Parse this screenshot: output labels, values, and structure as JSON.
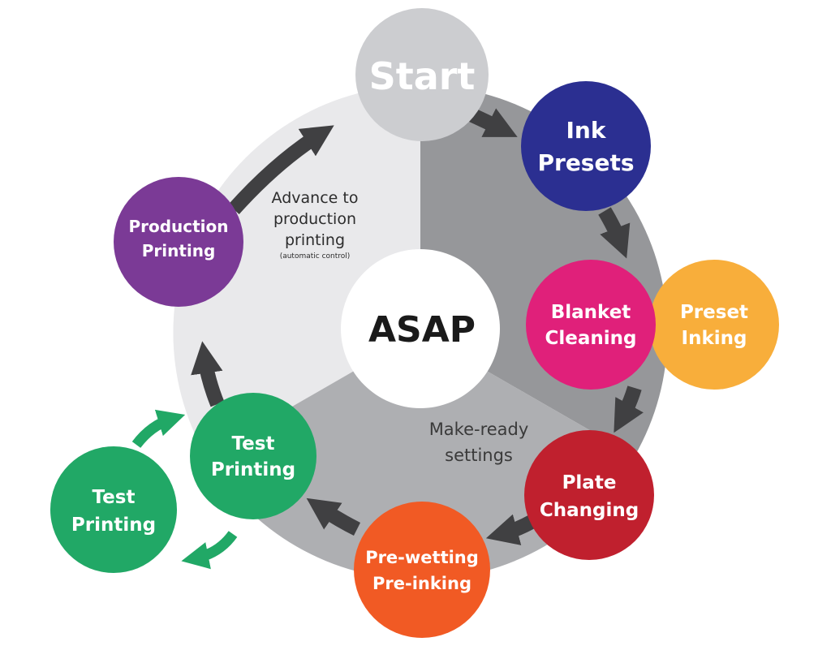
{
  "diagram": {
    "center": {
      "label": "ASAP"
    },
    "sectors": {
      "auto": {
        "line1": "Advance to",
        "line2": "production",
        "line3": "printing",
        "note": "(automatic control)"
      },
      "makeready": {
        "line1": "Make-ready",
        "line2": "settings"
      }
    },
    "nodes": {
      "start": {
        "line1": "Start",
        "color": "#cccdd0"
      },
      "ink_presets": {
        "line1": "Ink",
        "line2": "Presets",
        "color": "#2b2f91"
      },
      "blanket_cleaning": {
        "line1": "Blanket",
        "line2": "Cleaning",
        "color": "#e0207a"
      },
      "preset_inking": {
        "line1": "Preset",
        "line2": "Inking",
        "color": "#f8ae3b"
      },
      "plate_changing": {
        "line1": "Plate",
        "line2": "Changing",
        "color": "#c0202e"
      },
      "prewetting": {
        "line1": "Pre-wetting",
        "line2": "Pre-inking",
        "color": "#f15a24"
      },
      "test_printing_main": {
        "line1": "Test",
        "line2": "Printing",
        "color": "#21a866"
      },
      "test_printing_loop": {
        "line1": "Test",
        "line2": "Printing",
        "color": "#21a866"
      },
      "production_printing": {
        "line1": "Production",
        "line2": "Printing",
        "color": "#7b3a96"
      }
    },
    "colors": {
      "ring_light": "#e9e9eb",
      "ring_dark": "#96979a",
      "ring_mid": "#aeafb2",
      "arrow_dark": "#404042",
      "arrow_green": "#21a866"
    }
  }
}
